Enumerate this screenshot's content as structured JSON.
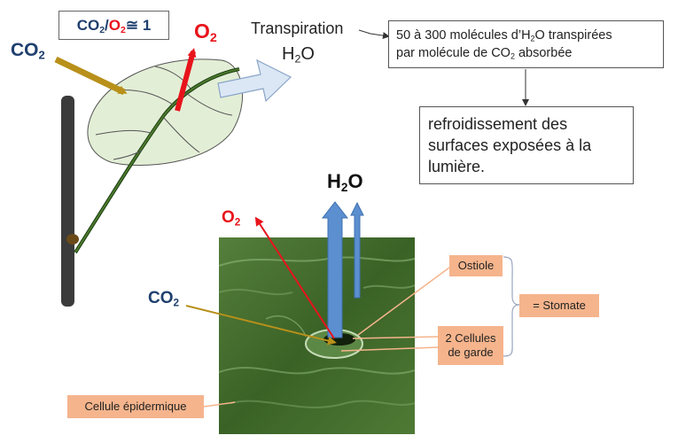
{
  "ratio_box": {
    "co2": "CO",
    "co2_sub": "2",
    "slash": "/ ",
    "o2": "O",
    "o2_sub": "2",
    "approx": " ≅ 1"
  },
  "leaf_labels": {
    "co2": "CO",
    "co2_sub": "2",
    "o2": "O",
    "o2_sub": "2",
    "transpiration": "Transpiration",
    "h2o_pre": "H",
    "h2o_sub": "2",
    "h2o_post": "O"
  },
  "info_box": {
    "line1_pre": "50 à 300 molécules d’H",
    "line1_sub": "2",
    "line1_post": "O transpirées",
    "line2_pre": "par molécule de CO",
    "line2_sub": "2",
    "line2_post": " absorbée"
  },
  "cooling_box": {
    "lines": [
      "refroidissement des",
      "surfaces exposées à la",
      "lumière."
    ]
  },
  "stomata_labels": {
    "h2o_pre": "H",
    "h2o_sub": "2",
    "h2o_post": "O",
    "o2": "O",
    "o2_sub": "2",
    "co2": "CO",
    "co2_sub": "2",
    "ostiole": "Ostiole",
    "guard_cells_line1": "2 Cellules",
    "guard_cells_line2": "de garde",
    "stomate": "= Stomate",
    "epidermal_cell": "Cellule épidermique"
  },
  "colors": {
    "co2_text": "#1f3f6e",
    "o2_text": "#e8131b",
    "co2_arrow": "#b8901a",
    "o2_arrow": "#e8131b",
    "h2o_arrow": "#5b8fd0",
    "leaf_fill": "#e3eed6",
    "label_fill": "#f5b48c",
    "micrograph": "#3f6a2c"
  }
}
